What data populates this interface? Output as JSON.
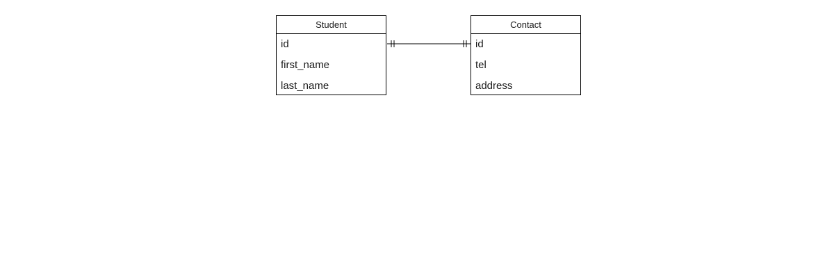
{
  "diagram": {
    "entities": [
      {
        "key": "student",
        "name": "Student",
        "attributes": [
          "id",
          "first_name",
          "last_name"
        ]
      },
      {
        "key": "contact",
        "name": "Contact",
        "attributes": [
          "id",
          "tel",
          "address"
        ]
      }
    ],
    "relationship": {
      "from": "Student.id",
      "to": "Contact.id",
      "from_cardinality": "exactly-one",
      "to_cardinality": "exactly-one",
      "line_color": "#000000"
    }
  }
}
